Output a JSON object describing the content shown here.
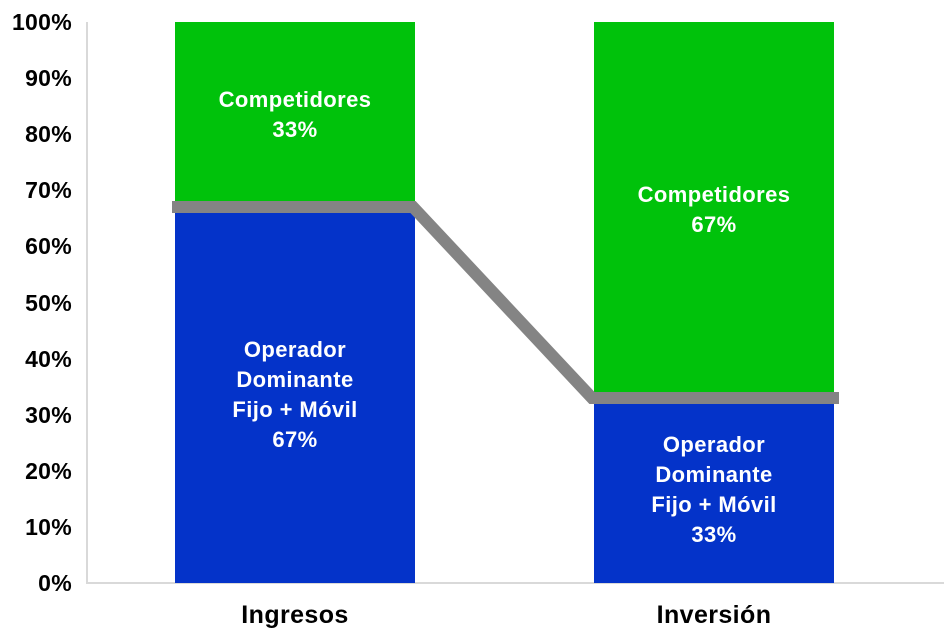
{
  "chart_data": {
    "type": "bar",
    "subtype": "100-percent-stacked-column",
    "categories": [
      "Ingresos",
      "Inversión"
    ],
    "series": [
      {
        "name": "Operador Dominante Fijo + Móvil",
        "position": "bottom",
        "color": "#0433C9",
        "values": [
          67,
          33
        ]
      },
      {
        "name": "Competidores",
        "position": "top",
        "color": "#00C20B",
        "values": [
          33,
          67
        ]
      }
    ],
    "connector_line": {
      "color": "#848484",
      "thickness_px": 12,
      "follows_boundary_values": [
        67,
        33
      ]
    },
    "y_axis": {
      "ticks": [
        "100%",
        "90%",
        "80%",
        "70%",
        "60%",
        "50%",
        "40%",
        "30%",
        "20%",
        "10%",
        "0%"
      ],
      "min": 0,
      "max": 100,
      "grid": false,
      "axis_color": "#D9D9D9"
    },
    "bar_labels": [
      {
        "category": "Ingresos",
        "top": {
          "line1": "Competidores",
          "pct": "33%"
        },
        "bottom": {
          "line1": "Operador",
          "line2": "Dominante",
          "line3": "Fijo + Móvil",
          "pct": "67%"
        }
      },
      {
        "category": "Inversión",
        "top": {
          "line1": "Competidores",
          "pct": "67%"
        },
        "bottom": {
          "line1": "Operador",
          "line2": "Dominante",
          "line3": "Fijo + Móvil",
          "pct": "33%"
        }
      }
    ],
    "label_text_color": "#FFFFFF",
    "tick_text_color": "#000000"
  }
}
